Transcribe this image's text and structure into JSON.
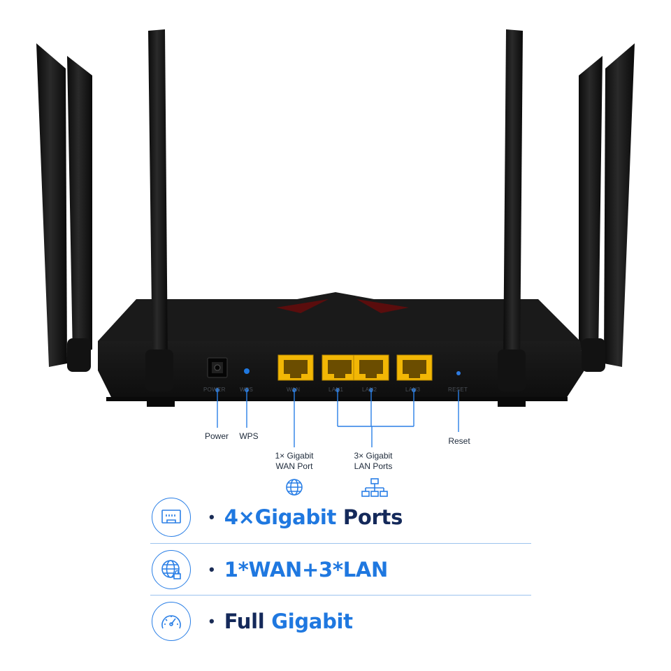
{
  "ports": {
    "power_print": "POWER",
    "wps_print": "WPS",
    "wan_print": "WAN",
    "lan1_print": "LAN1",
    "lan2_print": "LAN2",
    "lan3_print": "LAN3",
    "reset_print": "RESET"
  },
  "callouts": {
    "power": "Power",
    "wps": "WPS",
    "reset": "Reset",
    "wan_line1": "1× Gigabit",
    "wan_line2": "WAN Port",
    "lan_line1": "3× Gigabit",
    "lan_line2": "LAN Ports",
    "wan_icon": "globe-icon",
    "lan_icon": "network-topology-icon"
  },
  "features": [
    {
      "icon": "ethernet-port-icon",
      "bullet": "•",
      "highlight": "4×Gigabit",
      "rest": " Ports"
    },
    {
      "icon": "globe-lock-icon",
      "bullet": "•",
      "highlight": "1*WAN+3*LAN",
      "rest": ""
    },
    {
      "icon": "speedometer-icon",
      "bullet": "•",
      "prefix": "Full ",
      "highlight": "Gigabit"
    }
  ],
  "colors": {
    "accent_blue": "#1f78e0",
    "dark_navy": "#14295a",
    "port_yellow": "#f2b705",
    "router_black": "#141414"
  }
}
